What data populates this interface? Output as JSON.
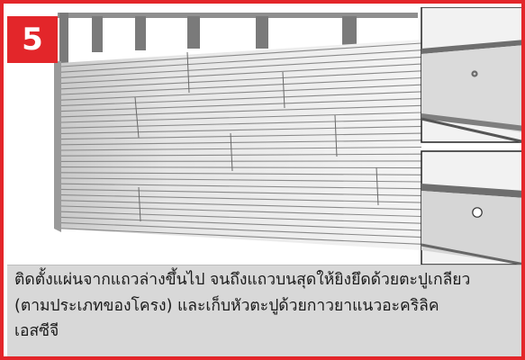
{
  "step": {
    "number": "5"
  },
  "caption": {
    "lines": [
      "ติดตั้งแผ่นจากแถวล่างขึ้นไป จนถึงแถวบนสุดให้ยิงยึดด้วยตะปูเกลียว",
      "(ตามประเภทของโครง) และเก็บหัวตะปูด้วยกาวยาแนวอะคริลิค",
      "เอสซีจี"
    ]
  },
  "colors": {
    "brand_red": "#e3262a",
    "caption_bg": "#d8d8d8",
    "siding_line": "#8a8a8a",
    "stud": "#6f6f6f"
  },
  "icons": {
    "detail_top": "nail-head-detail",
    "detail_bottom": "filled-nail-detail"
  }
}
